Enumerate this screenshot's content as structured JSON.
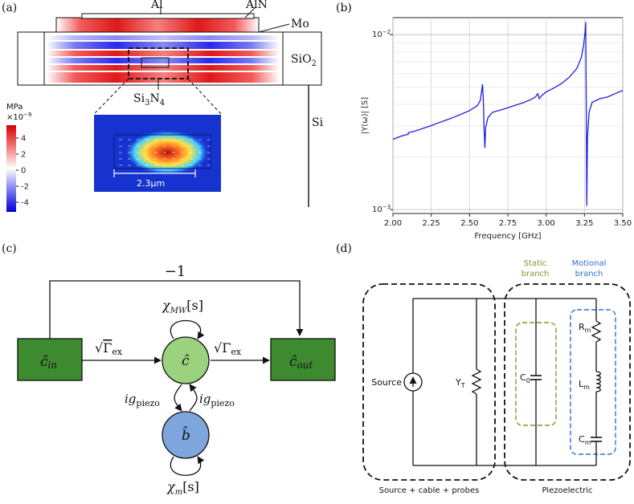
{
  "panels": {
    "a": "(a)",
    "b": "(b)",
    "c": "(c)",
    "d": "(d)"
  },
  "panel_a": {
    "labels": {
      "al": "Al",
      "aln": "AlN",
      "mo": "Mo",
      "sio2_base": "SiO",
      "sio2_sub": "2",
      "si3n4_a": "Si",
      "si3n4_b": "3",
      "si3n4_c": "N",
      "si3n4_d": "4",
      "si": "Si",
      "scale": "2.3μm"
    },
    "colorbar": {
      "unit": "MPa",
      "exponent_base": "×10",
      "exponent_power": "−9",
      "ticks": [
        "4",
        "2",
        "0",
        "-2",
        "-4"
      ]
    }
  },
  "chart_data": {
    "type": "line",
    "xlabel": "Frequency [GHz]",
    "ylabel": "|Y(ω)| [S]",
    "xlim": [
      2.0,
      3.5
    ],
    "ylim": [
      0.00095,
      0.0125
    ],
    "yscale": "log",
    "grid": true,
    "xticks": [
      2.0,
      2.25,
      2.5,
      2.75,
      3.0,
      3.25,
      3.5
    ],
    "xtick_labels": [
      "2.00",
      "2.25",
      "2.50",
      "2.75",
      "3.00",
      "3.25",
      "3.50"
    ],
    "yticks": [
      0.001,
      0.01
    ],
    "ytick_base": "10",
    "ytick_powers": [
      "−3",
      "−2"
    ],
    "series": [
      {
        "color": "#1f1fdd",
        "x": [
          2.0,
          2.05,
          2.1,
          2.1,
          2.15,
          2.2,
          2.25,
          2.3,
          2.35,
          2.4,
          2.45,
          2.5,
          2.55,
          2.57,
          2.585,
          2.59,
          2.595,
          2.6,
          2.605,
          2.62,
          2.65,
          2.7,
          2.75,
          2.8,
          2.85,
          2.9,
          2.93,
          2.945,
          2.955,
          2.97,
          3.0,
          3.05,
          3.1,
          3.15,
          3.2,
          3.23,
          3.245,
          3.255,
          3.258,
          3.262,
          3.265,
          3.27,
          3.28,
          3.3,
          3.35,
          3.4,
          3.45,
          3.5
        ],
        "y": [
          0.00252,
          0.00262,
          0.0027,
          0.00275,
          0.00282,
          0.00292,
          0.00302,
          0.00314,
          0.00325,
          0.00338,
          0.00352,
          0.00368,
          0.00392,
          0.0042,
          0.0052,
          0.0042,
          0.0029,
          0.00225,
          0.00295,
          0.00335,
          0.0036,
          0.0037,
          0.00382,
          0.00395,
          0.00408,
          0.00425,
          0.0044,
          0.0046,
          0.0043,
          0.00448,
          0.0047,
          0.00495,
          0.00525,
          0.0057,
          0.0064,
          0.0074,
          0.0088,
          0.0105,
          0.0118,
          0.004,
          0.00105,
          0.0026,
          0.0036,
          0.0041,
          0.0043,
          0.0044,
          0.0046,
          0.0048
        ]
      }
    ]
  },
  "panel_c": {
    "feedback": "−1",
    "gamma_sym": "Γ",
    "gamma_sub": "ex",
    "chi_mw": "χ",
    "chi_mw_sub": "MW",
    "chi_mw_arg": "[s]",
    "chi_m": "χ",
    "chi_m_sub": "m",
    "chi_m_arg": "[s]",
    "g_prefix": "ig",
    "g_sub": "piezo",
    "node_cin": "ĉ",
    "node_cin_sub": "in",
    "node_cout": "ĉ",
    "node_cout_sub": "out",
    "node_c": "ĉ",
    "node_b": "b̂",
    "colors": {
      "io": "#3d8b2e",
      "c": "#9bd27e",
      "b": "#7ea6dc"
    }
  },
  "panel_d": {
    "static_title_1": "Static",
    "static_title_2": "branch",
    "motional_title_1": "Motional",
    "motional_title_2": "branch",
    "source": "Source",
    "yt": "Y",
    "yt_sub": "T",
    "c0": "C",
    "c0_sub": "0",
    "rm": "R",
    "rm_sub": "m",
    "lm": "L",
    "lm_sub": "m",
    "cm": "C",
    "cm_sub": "m",
    "caption_left": "Source + cable + probes",
    "caption_right": "Piezoelectric",
    "colors": {
      "static": "#7a9a2a",
      "motional": "#2f6fcf"
    }
  }
}
